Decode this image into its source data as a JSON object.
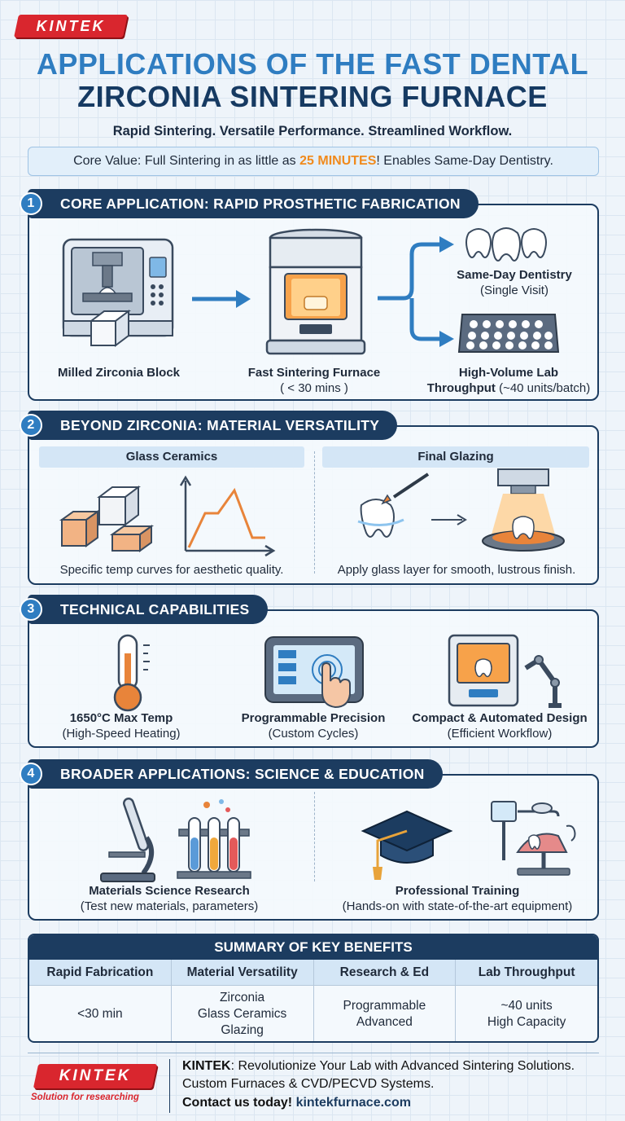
{
  "brand": {
    "logo_text": "KINTEK",
    "slogan": "Solution for researching"
  },
  "header": {
    "title_line1": "APPLICATIONS OF THE FAST DENTAL",
    "title_line2": "ZIRCONIA SINTERING FURNACE",
    "tagline": "Rapid Sintering. Versatile Performance. Streamlined Workflow.",
    "core_prefix": "Core Value: Full Sintering in as little as ",
    "core_highlight": "25 MINUTES",
    "core_suffix": "! Enables Same-Day Dentistry."
  },
  "colors": {
    "primary_navy": "#1c3c60",
    "accent_blue": "#2f7dc1",
    "highlight_orange": "#f08a1c",
    "brand_red": "#d9262e"
  },
  "sections": [
    {
      "number": "1",
      "title": "CORE APPLICATION: RAPID PROSTHETIC FABRICATION",
      "items": [
        {
          "label": "Milled Zirconia Block",
          "icon": "milling-machine-icon"
        },
        {
          "label": "Fast Sintering Furnace",
          "sub": "( < 30 mins )",
          "icon": "furnace-icon"
        },
        {
          "label": "Same-Day Dentistry",
          "sub": "(Single Visit)",
          "icon": "crown-icon"
        },
        {
          "label_line1": "High-Volume Lab",
          "label_line2": "Throughput",
          "sub": "(~40 units/batch)",
          "icon": "tray-icon"
        }
      ]
    },
    {
      "number": "2",
      "title": "BEYOND ZIRCONIA: MATERIAL VERSATILITY",
      "panels": [
        {
          "title": "Glass Ceramics",
          "caption": "Specific temp curves for aesthetic quality.",
          "icon": "ceramic-blocks-icon"
        },
        {
          "title": "Final Glazing",
          "caption": "Apply glass layer for smooth, lustrous finish.",
          "icon": "glazing-brush-icon"
        }
      ]
    },
    {
      "number": "3",
      "title": "TECHNICAL CAPABILITIES",
      "items": [
        {
          "label": "1650°C Max Temp",
          "sub": "(High-Speed Heating)",
          "icon": "thermometer-icon"
        },
        {
          "label": "Programmable Precision",
          "sub": "(Custom Cycles)",
          "icon": "touchscreen-icon"
        },
        {
          "label": "Compact & Automated Design",
          "sub": "(Efficient Workflow)",
          "icon": "robot-arm-icon"
        }
      ]
    },
    {
      "number": "4",
      "title": "BROADER APPLICATIONS: SCIENCE & EDUCATION",
      "items": [
        {
          "label": "Materials Science Research",
          "sub": "(Test new materials, parameters)",
          "icon": "microscope-icon"
        },
        {
          "label": "Professional Training",
          "sub": "(Hands-on with state-of-the-art equipment)",
          "icon": "graduation-cap-icon"
        }
      ]
    }
  ],
  "summary": {
    "title": "SUMMARY OF KEY BENEFITS",
    "columns": [
      {
        "header": "Rapid Fabrication",
        "lines": [
          "<30 min"
        ]
      },
      {
        "header": "Material Versatility",
        "lines": [
          "Zirconia",
          "Glass Ceramics",
          "Glazing"
        ]
      },
      {
        "header": "Research & Ed",
        "lines": [
          "Programmable",
          "Advanced"
        ]
      },
      {
        "header": "Lab Throughput",
        "lines": [
          "~40 units",
          "High Capacity"
        ]
      }
    ]
  },
  "footer": {
    "brand": "KINTEK",
    "line1_rest": ": Revolutionize Your Lab with Advanced Sintering Solutions.",
    "line2": "Custom Furnaces & CVD/PECVD Systems.",
    "contact_prefix": "Contact us today! ",
    "contact_url": "kintekfurnace.com"
  }
}
